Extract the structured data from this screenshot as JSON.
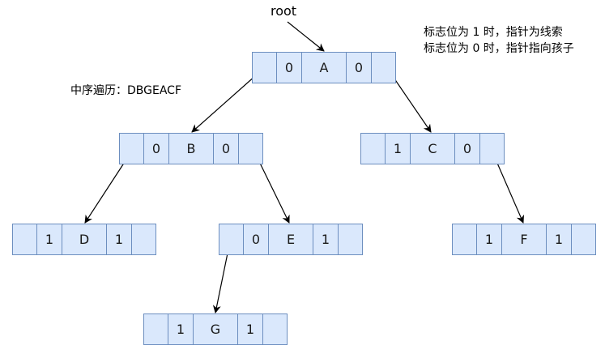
{
  "root_label": "root",
  "inorder_label": "中序遍历：DBGEACF",
  "legend": [
    "标志位为 1 时，指针为线索",
    "标志位为 0 时，指针指向孩子"
  ],
  "colors": {
    "cell_fill": "#dae8fc",
    "cell_border": "#6c8ebf",
    "arrow": "#000000"
  },
  "nodes": {
    "A": {
      "ltag": "0",
      "data": "A",
      "rtag": "0"
    },
    "B": {
      "ltag": "0",
      "data": "B",
      "rtag": "0"
    },
    "C": {
      "ltag": "1",
      "data": "C",
      "rtag": "0"
    },
    "D": {
      "ltag": "1",
      "data": "D",
      "rtag": "1"
    },
    "E": {
      "ltag": "0",
      "data": "E",
      "rtag": "1"
    },
    "F": {
      "ltag": "1",
      "data": "F",
      "rtag": "1"
    },
    "G": {
      "ltag": "1",
      "data": "G",
      "rtag": "1"
    }
  },
  "edges": [
    {
      "from": "root",
      "to": "A"
    },
    {
      "from": "A.lchild",
      "to": "B"
    },
    {
      "from": "A.rchild",
      "to": "C"
    },
    {
      "from": "B.lchild",
      "to": "D"
    },
    {
      "from": "B.rchild",
      "to": "E"
    },
    {
      "from": "C.rchild",
      "to": "F"
    },
    {
      "from": "E.lchild",
      "to": "G"
    }
  ]
}
